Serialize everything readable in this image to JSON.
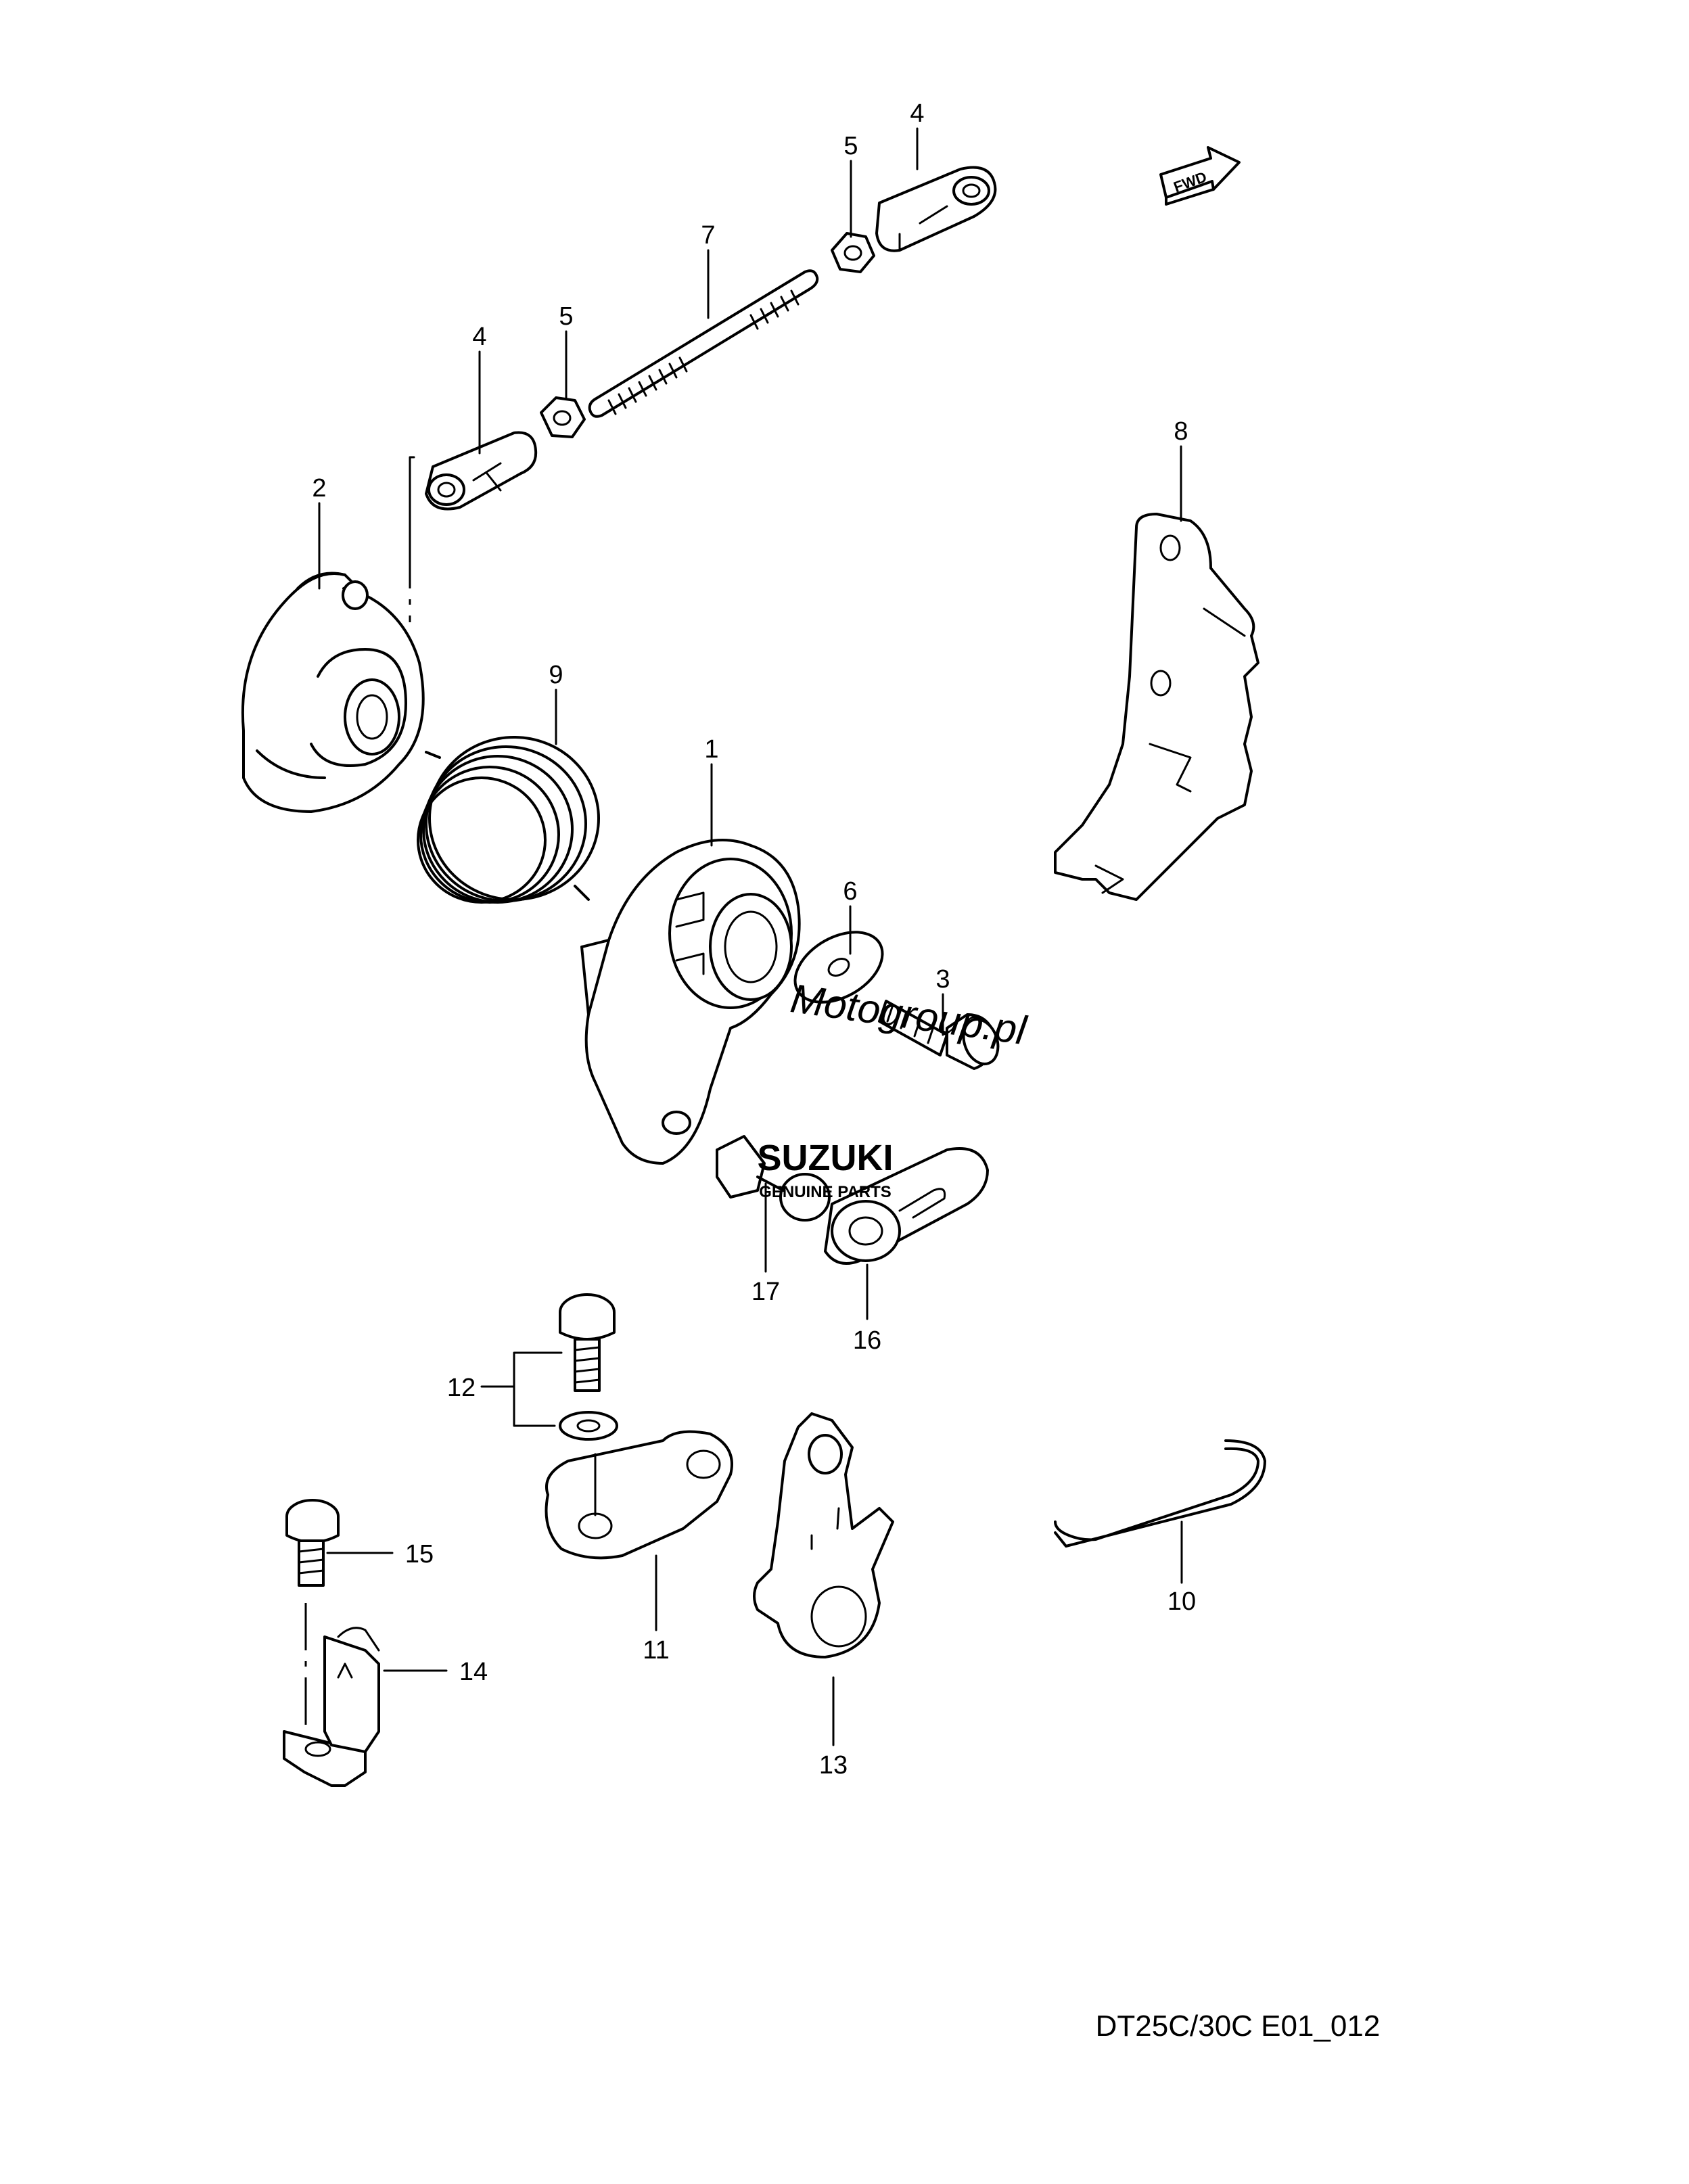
{
  "diagram": {
    "drawing_code": "DT25C/30C E01_012",
    "fwd_label": "FWD",
    "watermark": {
      "site": "Motogroup.pl",
      "brand": "SUZUKI",
      "tagline": "GENUINE PARTS"
    },
    "callouts": [
      {
        "id": "c1",
        "label": "1"
      },
      {
        "id": "c2",
        "label": "2"
      },
      {
        "id": "c3",
        "label": "3"
      },
      {
        "id": "c4a",
        "label": "4"
      },
      {
        "id": "c4b",
        "label": "4"
      },
      {
        "id": "c5a",
        "label": "5"
      },
      {
        "id": "c5b",
        "label": "5"
      },
      {
        "id": "c6",
        "label": "6"
      },
      {
        "id": "c7",
        "label": "7"
      },
      {
        "id": "c8",
        "label": "8"
      },
      {
        "id": "c9",
        "label": "9"
      },
      {
        "id": "c10",
        "label": "10"
      },
      {
        "id": "c11",
        "label": "11"
      },
      {
        "id": "c12",
        "label": "12"
      },
      {
        "id": "c13",
        "label": "13"
      },
      {
        "id": "c14",
        "label": "14"
      },
      {
        "id": "c15",
        "label": "15"
      },
      {
        "id": "c16",
        "label": "16"
      },
      {
        "id": "c17",
        "label": "17"
      }
    ]
  }
}
